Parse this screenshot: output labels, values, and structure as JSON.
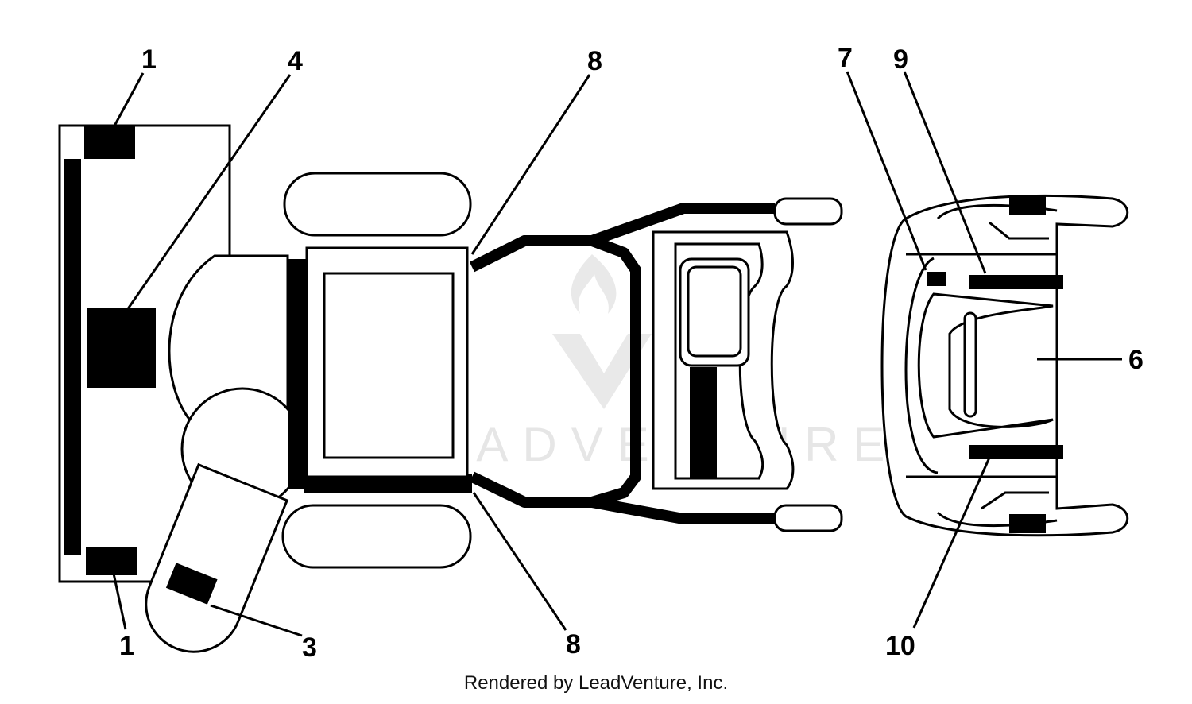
{
  "callouts": {
    "label_1_top": "1",
    "label_1_bottom": "1",
    "label_3": "3",
    "label_4": "4",
    "label_6": "6",
    "label_7": "7",
    "label_8_top": "8",
    "label_8_bottom": "8",
    "label_9": "9",
    "label_10": "10"
  },
  "watermark": {
    "text": "LEADVENTURE"
  },
  "footer": {
    "credit": "Rendered by LeadVenture, Inc."
  },
  "colors": {
    "line": "#000000",
    "background": "#ffffff",
    "watermark": "#e6e6e6"
  }
}
